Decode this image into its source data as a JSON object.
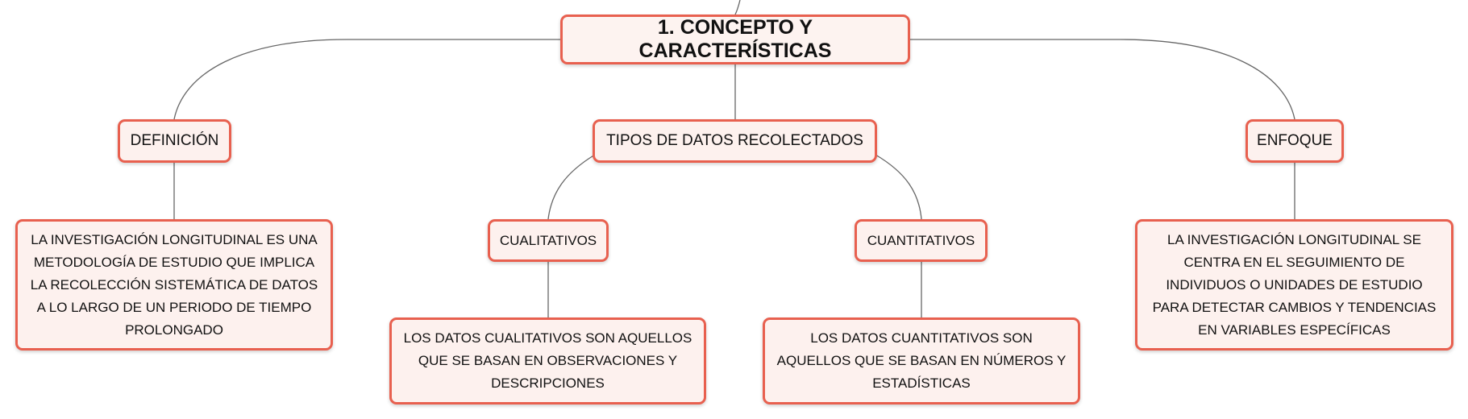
{
  "root": {
    "title": "1. CONCEPTO Y CARACTERÍSTICAS"
  },
  "branches": {
    "definicion": {
      "label": "DEFINICIÓN",
      "text": "LA INVESTIGACIÓN LONGITUDINAL ES UNA METODOLOGÍA DE ESTUDIO QUE IMPLICA LA RECOLECCIÓN SISTEMÁTICA DE DATOS A LO LARGO DE UN PERIODO DE TIEMPO PROLONGADO"
    },
    "tipos": {
      "label": "TIPOS DE DATOS RECOLECTADOS",
      "cualitativos": {
        "label": "CUALITATIVOS",
        "text": "LOS DATOS CUALITATIVOS SON AQUELLOS QUE SE BASAN EN OBSERVACIONES Y DESCRIPCIONES"
      },
      "cuantitativos": {
        "label": "CUANTITATIVOS",
        "text": "LOS DATOS CUANTITATIVOS SON AQUELLOS QUE SE BASAN EN NÚMEROS Y ESTADÍSTICAS"
      }
    },
    "enfoque": {
      "label": "ENFOQUE",
      "text": "LA INVESTIGACIÓN LONGITUDINAL SE CENTRA EN EL SEGUIMIENTO DE INDIVIDUOS O UNIDADES DE ESTUDIO PARA DETECTAR CAMBIOS Y TENDENCIAS EN VARIABLES ESPECÍFICAS"
    }
  },
  "colors": {
    "border": "#e8604f",
    "fill": "#fdf1ee",
    "line": "#666666"
  }
}
